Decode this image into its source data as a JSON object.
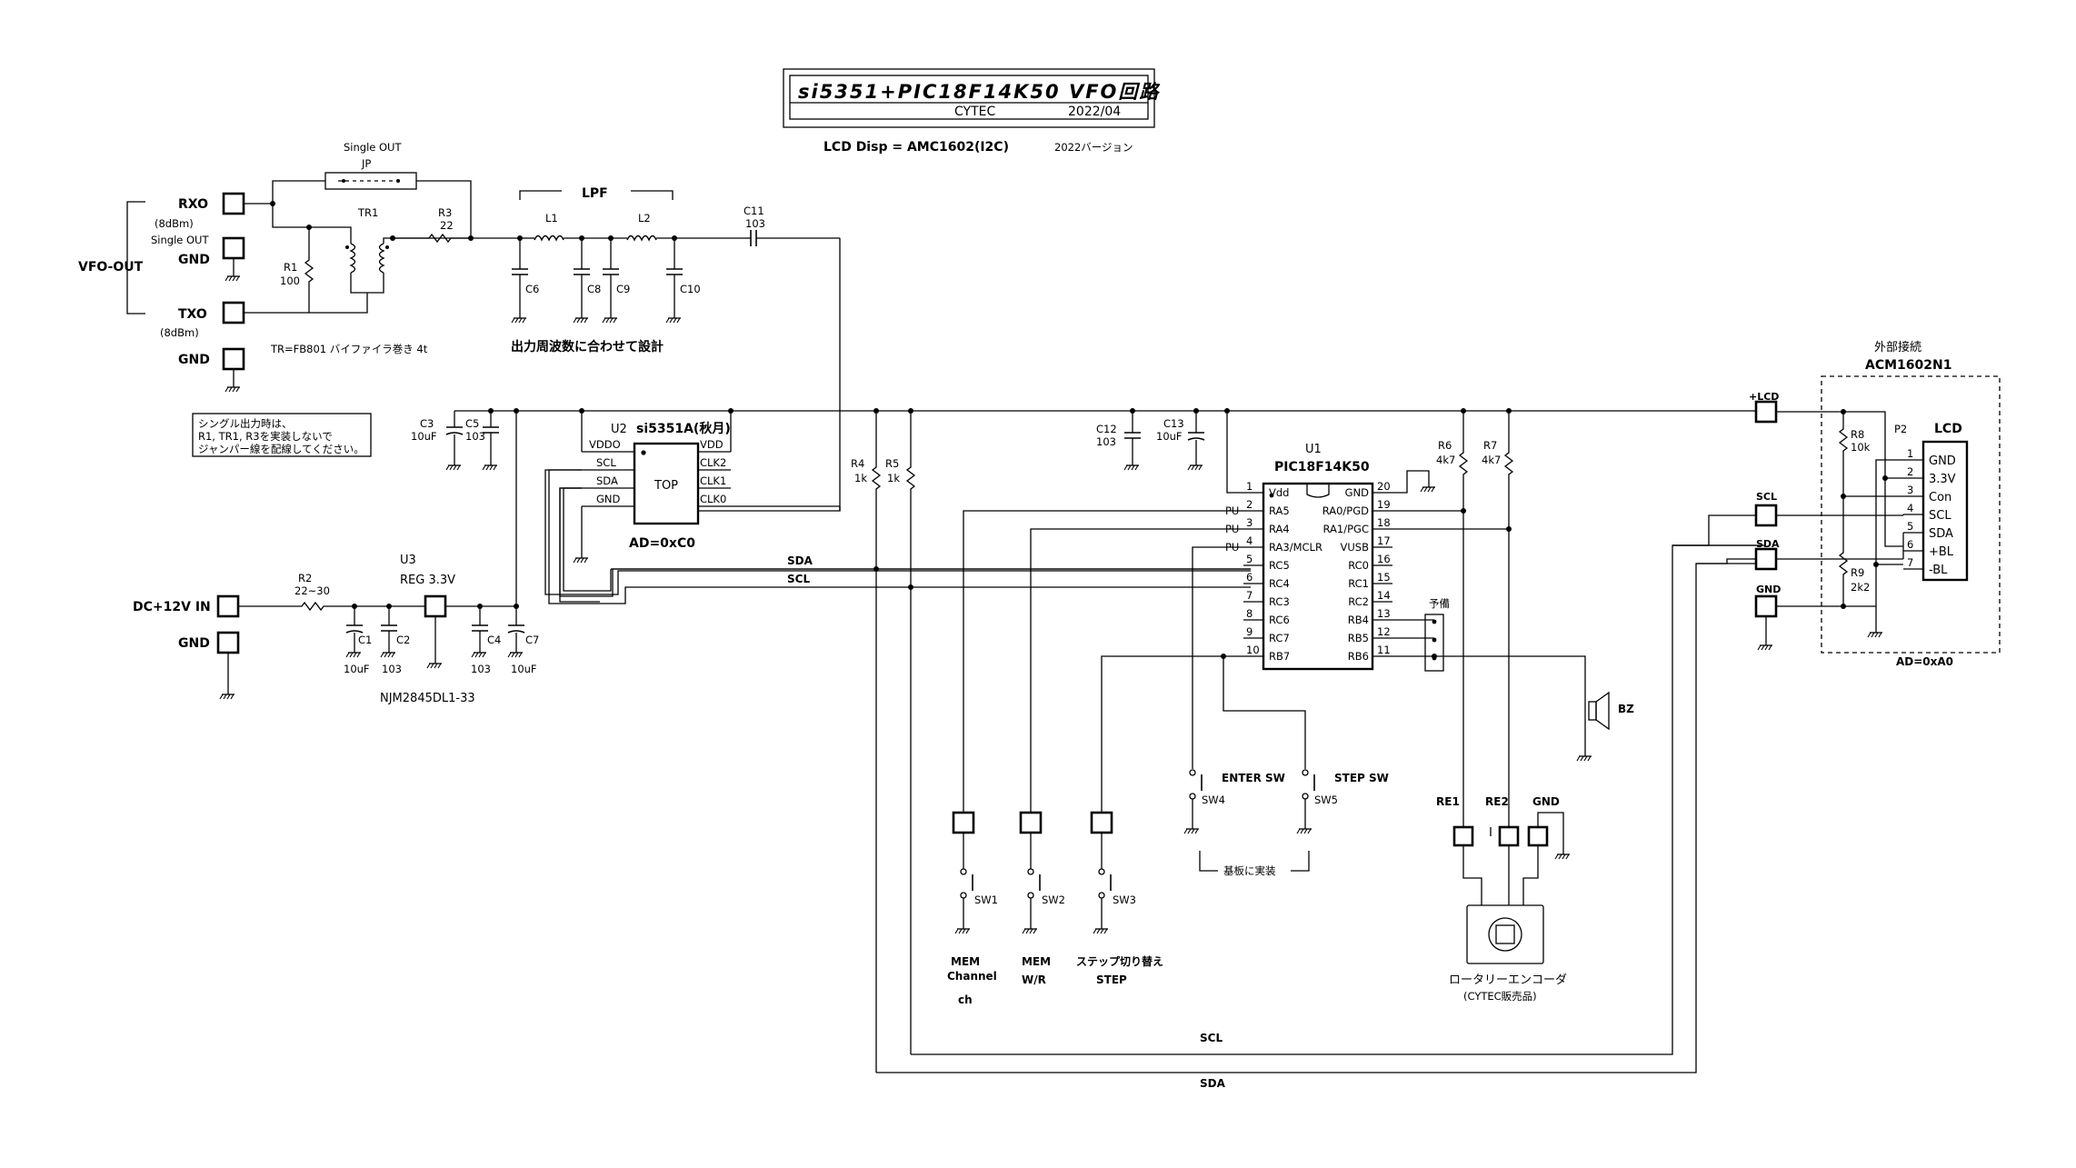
{
  "title_block": {
    "title": "si5351+PIC18F14K50 VFO回路",
    "company": "CYTEC",
    "date": "2022/04",
    "lcd_disp": "LCD Disp = AMC1602(I2C)",
    "version": "2022バージョン"
  },
  "vfo_out": {
    "label": "VFO-OUT",
    "rxo": "RXO",
    "rxo_level": "(8dBm)",
    "single_out": "Single OUT",
    "gnd": "GND",
    "txo": "TXO",
    "txo_level": "(8dBm)",
    "gnd2": "GND",
    "jp_title": "Single OUT",
    "jp": "JP",
    "tr1": "TR1",
    "r1": "R1",
    "r1_val": "100",
    "r3": "R3",
    "r3_val": "22",
    "tr_note": "TR=FB801 バイファイラ巻き 4t",
    "single_note": [
      "シングル出力時は、",
      "R1, TR1, R3を実装しないで",
      "ジャンパー線を配線してください。"
    ]
  },
  "lpf": {
    "label": "LPF",
    "l1": "L1",
    "l2": "L2",
    "c6": "C6",
    "c8": "C8",
    "c9": "C9",
    "c10": "C10",
    "c11": "C11",
    "c11_val": "103",
    "note": "出力周波数に合わせて設計"
  },
  "si5351": {
    "ref": "U2",
    "name": "si5351A(秋月)",
    "pins_left": [
      "VDDO",
      "SCL",
      "SDA",
      "GND"
    ],
    "pins_right": [
      "VDD",
      "CLK2",
      "CLK1",
      "CLK0"
    ],
    "top": "TOP",
    "addr": "AD=0xC0",
    "c3": "C3",
    "c3_val": "10uF",
    "c5": "C5",
    "c5_val": "103"
  },
  "bus": {
    "sda": "SDA",
    "scl": "SCL"
  },
  "pullups": {
    "r4": "R4",
    "r4_val": "1k",
    "r5": "R5",
    "r5_val": "1k"
  },
  "power": {
    "dc_in": "DC+12V IN",
    "gnd": "GND",
    "r2": "R2",
    "r2_val": "22~30",
    "u3": "U3",
    "u3_name": "REG 3.3V",
    "c1": "C1",
    "c1_val": "10uF",
    "c2": "C2",
    "c2_val": "103",
    "c4": "C4",
    "c4_val": "103",
    "c7": "C7",
    "c7_val": "10uF",
    "reg_part": "NJM2845DL1-33"
  },
  "pic": {
    "ref": "U1",
    "name": "PIC18F14K50",
    "left_pins": [
      {
        "num": "1",
        "name": "Vdd",
        "pu": ""
      },
      {
        "num": "2",
        "name": "RA5",
        "pu": "PU"
      },
      {
        "num": "3",
        "name": "RA4",
        "pu": "PU"
      },
      {
        "num": "4",
        "name": "RA3/MCLR",
        "pu": "PU"
      },
      {
        "num": "5",
        "name": "RC5",
        "pu": ""
      },
      {
        "num": "6",
        "name": "RC4",
        "pu": ""
      },
      {
        "num": "7",
        "name": "RC3",
        "pu": ""
      },
      {
        "num": "8",
        "name": "RC6",
        "pu": ""
      },
      {
        "num": "9",
        "name": "RC7",
        "pu": ""
      },
      {
        "num": "10",
        "name": "RB7",
        "pu": ""
      }
    ],
    "right_pins": [
      {
        "num": "20",
        "name": "GND"
      },
      {
        "num": "19",
        "name": "RA0/PGD"
      },
      {
        "num": "18",
        "name": "RA1/PGC"
      },
      {
        "num": "17",
        "name": "VUSB"
      },
      {
        "num": "16",
        "name": "RC0"
      },
      {
        "num": "15",
        "name": "RC1"
      },
      {
        "num": "14",
        "name": "RC2"
      },
      {
        "num": "13",
        "name": "RB4"
      },
      {
        "num": "12",
        "name": "RB5"
      },
      {
        "num": "11",
        "name": "RB6"
      }
    ],
    "c12": "C12",
    "c12_val": "103",
    "c13": "C13",
    "c13_val": "10uF",
    "r6": "R6",
    "r6_val": "4k7",
    "r7": "R7",
    "r7_val": "4k7",
    "spare": "予備"
  },
  "switches": {
    "sw1": "SW1",
    "sw2": "SW2",
    "sw3": "SW3",
    "sw4": "SW4",
    "sw5": "SW5",
    "enter": "ENTER SW",
    "step": "STEP SW",
    "onboard": "基板に実装",
    "mem_ch": [
      "MEM",
      "Channel",
      "ch"
    ],
    "mem_wr": [
      "MEM",
      "W/R"
    ],
    "step_sel": [
      "ステップ切り替え",
      "STEP"
    ],
    "bz": "BZ"
  },
  "encoder": {
    "re1": "RE1",
    "re2": "RE2",
    "gnd": "GND",
    "label": "ロータリーエンコーダ",
    "vendor": "(CYTEC販売品)"
  },
  "bottom_bus": {
    "scl": "SCL",
    "sda": "SDA"
  },
  "lcd": {
    "ext": "外部接続",
    "model": "ACM1602N1",
    "p2": "P2",
    "lcd": "LCD",
    "pins": [
      {
        "num": "1",
        "name": "GND"
      },
      {
        "num": "2",
        "name": "3.3V"
      },
      {
        "num": "3",
        "name": "Con"
      },
      {
        "num": "4",
        "name": "SCL"
      },
      {
        "num": "5",
        "name": "SDA"
      },
      {
        "num": "6",
        "name": "+BL"
      },
      {
        "num": "7",
        "name": "-BL"
      }
    ],
    "r8": "R8",
    "r8_val": "10k",
    "r9": "R9",
    "r9_val": "2k2",
    "addr": "AD=0xA0",
    "plcd": "+LCD",
    "scl": "SCL",
    "sda": "SDA",
    "gnd": "GND"
  }
}
